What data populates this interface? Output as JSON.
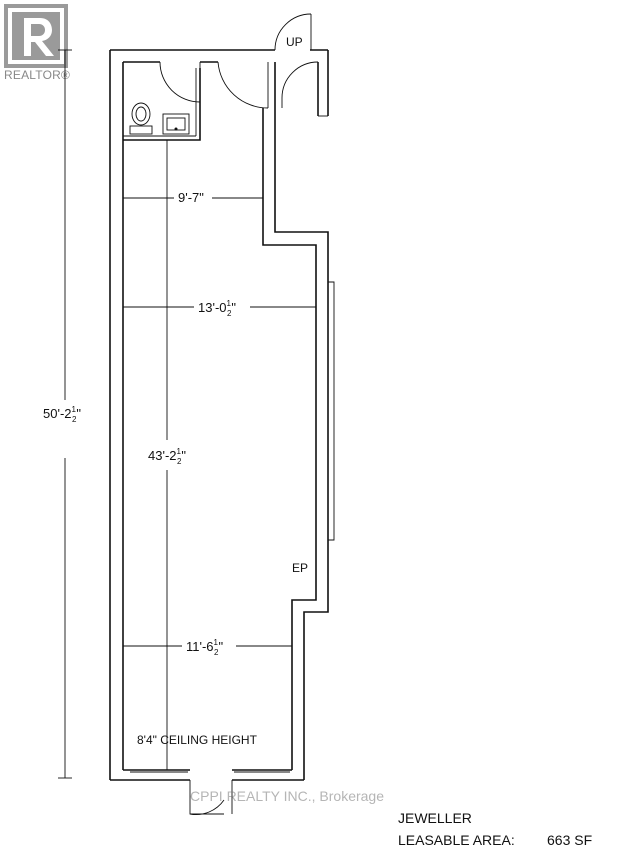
{
  "logo": {
    "text": "REALTOR®",
    "icon": "realtor-r-logo"
  },
  "plan": {
    "overall_length": {
      "main": "50'-2",
      "frac_num": "1",
      "frac_den": "2",
      "tail": "\""
    },
    "interior_length": {
      "main": "43'-2",
      "frac_num": "1",
      "frac_den": "2",
      "tail": "\""
    },
    "width_rear": {
      "main": "9'-7\""
    },
    "width_mid": {
      "main": "13'-0",
      "frac_num": "1",
      "frac_den": "2",
      "tail": "\""
    },
    "width_front": {
      "main": "11'-6",
      "frac_num": "1",
      "frac_den": "2",
      "tail": "\""
    },
    "up_label": "UP",
    "ep_label": "EP",
    "ceiling_note": "8'4\" CEILING HEIGHT"
  },
  "watermark": "CPPI REALTY INC., Brokerage",
  "caption": {
    "tenant": "JEWELLER",
    "area_label": "LEASABLE AREA:",
    "area_value": "663 SF"
  }
}
